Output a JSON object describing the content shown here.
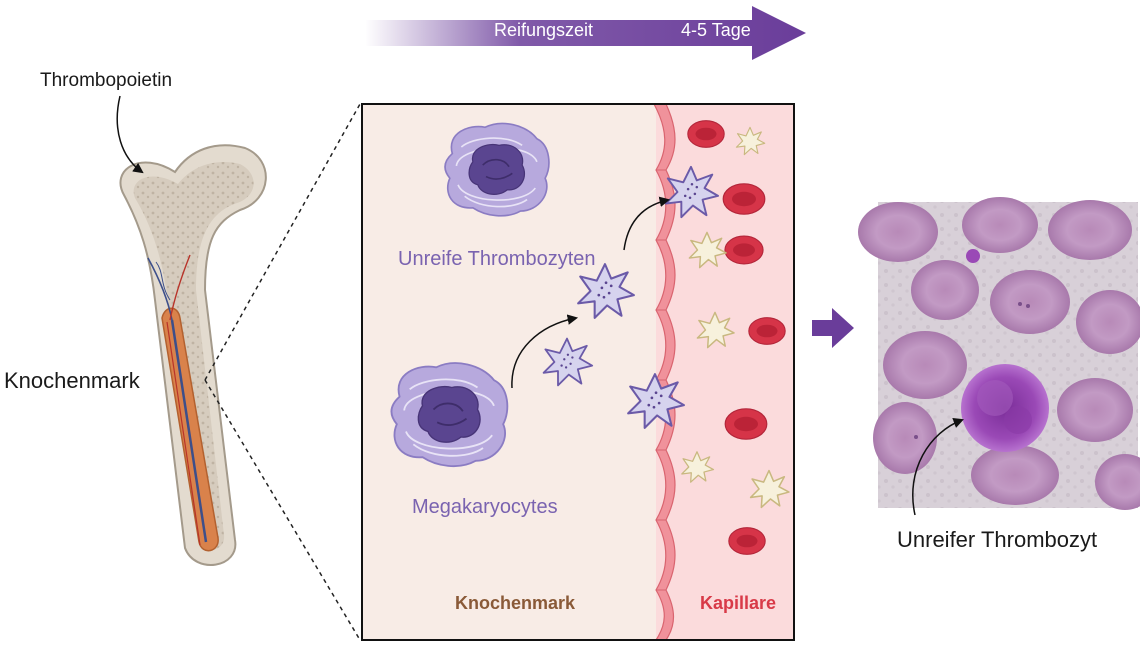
{
  "timeline": {
    "label": "Reifungszeit",
    "duration": "4-5 Tage",
    "color": "#6a3d9a"
  },
  "bone": {
    "hormone_label": "Thrombopoietin",
    "marrow_label": "Knochenmark"
  },
  "panel": {
    "immature_label": "Unreife Thrombozyten",
    "megakaryocyte_label": "Megakaryocytes",
    "bone_marrow_label": "Knochenmark",
    "capillary_label": "Kapillare",
    "marrow_color": "#f8ece6",
    "capillary_color": "#fbdbdc"
  },
  "micrograph": {
    "label": "Unreifer Thrombozyt"
  },
  "colors": {
    "cell_purple": "#b7a9dd",
    "nucleus": "#5a4590",
    "rbc_red": "#d9334a",
    "platelet_cream": "#f6efd9",
    "marrow_orange": "#d9824b"
  }
}
